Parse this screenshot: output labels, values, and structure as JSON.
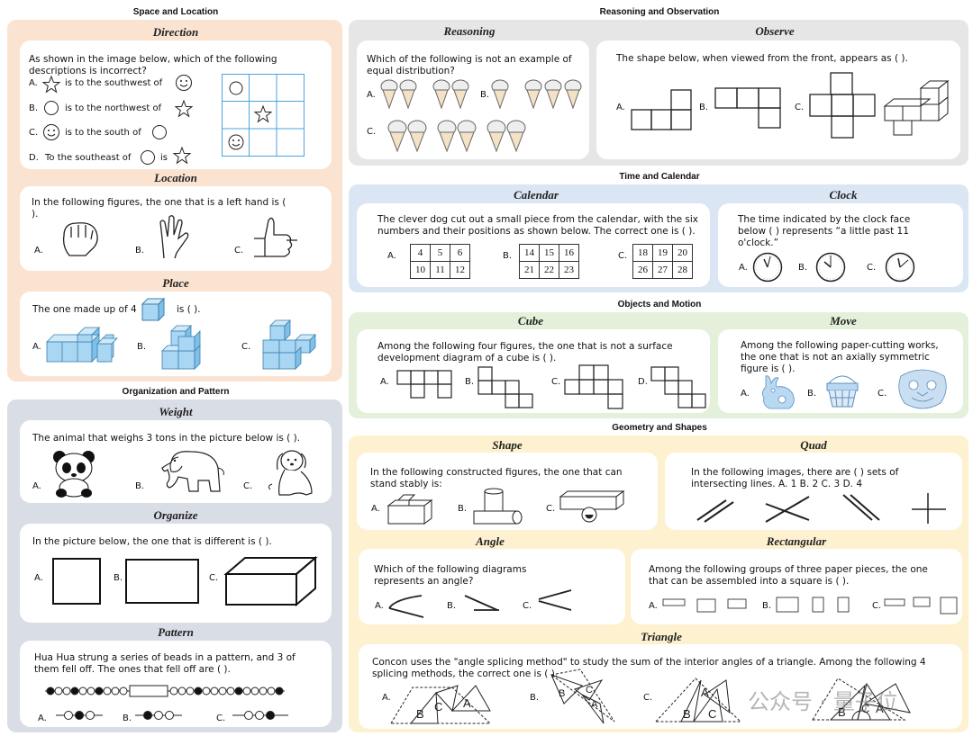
{
  "sections": {
    "space": "Space and Location",
    "reasoning": "Reasoning and Observation",
    "time": "Time and Calendar",
    "objects": "Objects and Motion",
    "org": "Organization and Pattern",
    "geo": "Geometry and Shapes"
  },
  "colors": {
    "peach": "#fbe3d2",
    "gray": "#e6e6e6",
    "blue": "#dbe6f4",
    "green": "#e4f0da",
    "slate": "#d9dde6",
    "yellow": "#fdf1cf",
    "cube": "#a9d6f2"
  },
  "cards": {
    "direction": {
      "title": "Direction",
      "question": "As shown in the image below, which of the following descriptions is incorrect?",
      "a": "A.",
      "a_text": "is to the southwest of",
      "b": "B.",
      "b_text": "is to the northwest of",
      "c": "C.",
      "c_text": "is to the south of",
      "d": "D.",
      "d_text": "To the southeast of",
      "d_text2": "is"
    },
    "location": {
      "title": "Location",
      "question": "In the following figures, the one that is a left hand is ( ).",
      "a": "A.",
      "b": "B.",
      "c": "C."
    },
    "place": {
      "title": "Place",
      "q1": "The one made up of 4",
      "q2": "is ( ).",
      "a": "A.",
      "b": "B.",
      "c": "C."
    },
    "weight": {
      "title": "Weight",
      "question": "The animal that weighs 3 tons in the picture below is ( ).",
      "a": "A.",
      "b": "B.",
      "c": "C."
    },
    "organize": {
      "title": "Organize",
      "question": "In the picture below, the one that is different is ( ).",
      "a": "A.",
      "b": "B.",
      "c": "C."
    },
    "pattern": {
      "title": "Pattern",
      "question": "Hua Hua strung a series of beads in a pattern, and 3 of them fell off. The ones that fell off are ( ).",
      "a": "A.",
      "b": "B.",
      "c": "C."
    },
    "reasoning": {
      "title": "Reasoning",
      "question": "Which of the following is not an example of equal distribution?",
      "a": "A.",
      "b": "B.",
      "c": "C."
    },
    "observe": {
      "title": "Observe",
      "question": "The shape below, when viewed from the front, appears as ( ).",
      "a": "A.",
      "b": "B.",
      "c": "C."
    },
    "calendar": {
      "title": "Calendar",
      "question": "The clever dog cut out a small piece from the calendar, with the six numbers and their positions as shown below. The correct one is ( ).",
      "a": "A.",
      "b": "B.",
      "c": "C.",
      "table_a": [
        [
          "4",
          "5",
          "6"
        ],
        [
          "10",
          "11",
          "12"
        ]
      ],
      "table_b": [
        [
          "14",
          "15",
          "16"
        ],
        [
          "21",
          "22",
          "23"
        ]
      ],
      "table_c": [
        [
          "18",
          "19",
          "20"
        ],
        [
          "26",
          "27",
          "28"
        ]
      ]
    },
    "clock": {
      "title": "Clock",
      "question": "The time indicated by the clock face below ( ) represents “a little past 11 o'clock.”",
      "a": "A.",
      "b": "B.",
      "c": "C."
    },
    "cube": {
      "title": "Cube",
      "question": "Among the following four figures, the one that is not a surface development diagram of a cube is ( ).",
      "a": "A.",
      "b": "B.",
      "c": "C.",
      "d": "D."
    },
    "move": {
      "title": "Move",
      "question": "Among the following paper-cutting works, the one that is not an axially symmetric figure is ( ).",
      "a": "A.",
      "b": "B.",
      "c": "C."
    },
    "shape": {
      "title": "Shape",
      "question": "In the following constructed figures, the one that can stand stably is:",
      "a": "A.",
      "b": "B.",
      "c": "C."
    },
    "quad": {
      "title": "Quad",
      "question": "In the following images, there are ( ) sets of intersecting lines.  A. 1  B. 2  C. 3  D. 4"
    },
    "angle": {
      "title": "Angle",
      "question": "Which of the following diagrams represents an angle?",
      "a": "A.",
      "b": "B.",
      "c": "C."
    },
    "rect": {
      "title": "Rectangular",
      "question": "Among the following groups of three paper pieces, the one that can be assembled into a square is ( ).",
      "a": "A.",
      "b": "B.",
      "c": "C."
    },
    "triangle": {
      "title": "Triangle",
      "question": "Concon uses the \"angle splicing method\" to study the sum of the interior angles of a triangle. Among the following 4 splicing methods, the correct one is ( ).",
      "a": "A.",
      "b": "B.",
      "c": "C."
    }
  },
  "watermark": "公众号 · 量子位"
}
